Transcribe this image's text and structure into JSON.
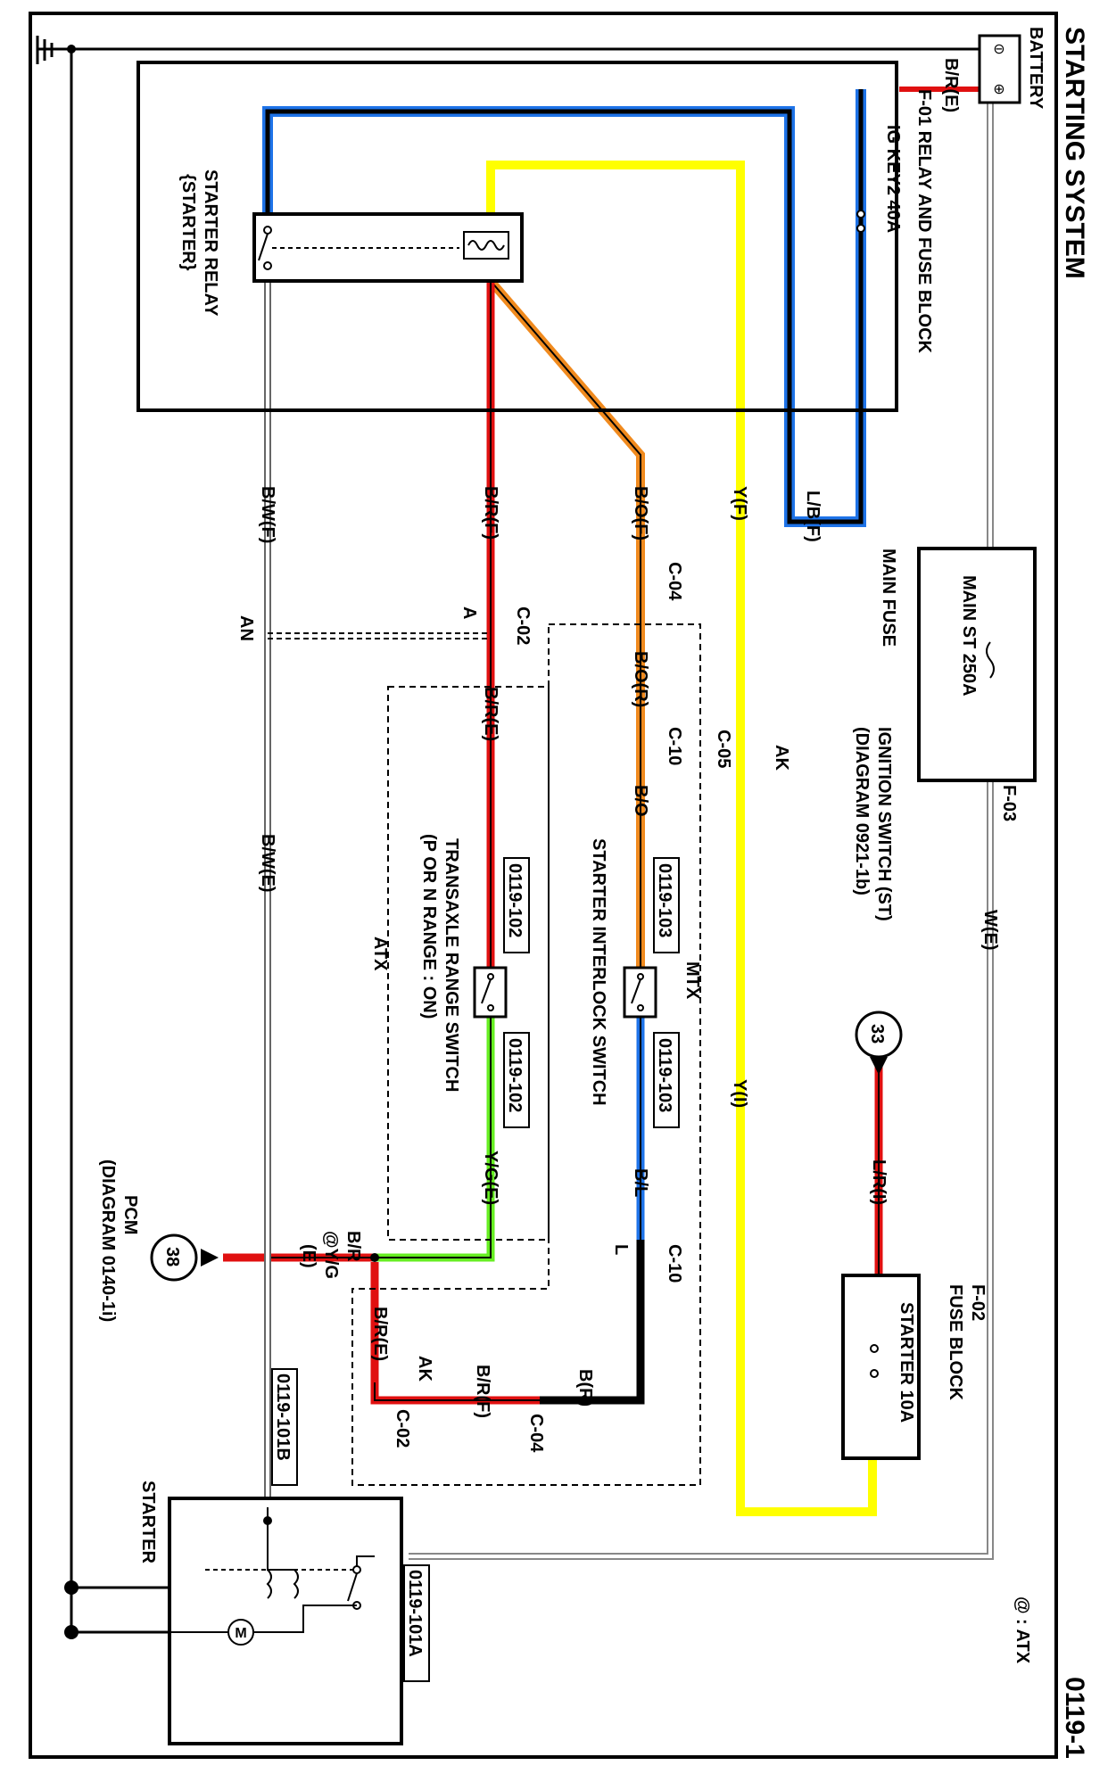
{
  "title": "STARTING SYSTEM",
  "page_id": "0119-1",
  "atx_note": "@ : ATX",
  "battery": {
    "label": "BATTERY",
    "neg": "⊖",
    "pos": "⊕"
  },
  "block_f01": {
    "label": "F-01 RELAY AND FUSE BLOCK",
    "fuse": "IG KEY2 40A"
  },
  "main_fuse": {
    "label": "MAIN FUSE",
    "fuse": "MAIN ST 250A",
    "conn": "F-03"
  },
  "ignition": {
    "line1": "IGNITION SWITCH (ST)",
    "line2": "(DIAGRAM 0921-1b)"
  },
  "ref33": "33",
  "ref38": "38",
  "starter_relay": {
    "line1": "STARTER RELAY",
    "line2": "{STARTER}"
  },
  "fuse_block_f02": {
    "label1": "F-02",
    "label2": "FUSE BLOCK",
    "fuse": "STARTER 10A"
  },
  "interlock": {
    "label": "STARTER INTERLOCK SWITCH",
    "conn": "0119-103"
  },
  "transaxle": {
    "line1": "TRANSAXLE RANGE SWITCH",
    "line2": "(P OR N RANGE : ON)",
    "conn": "0119-102"
  },
  "pcm": {
    "line1": "PCM",
    "line2": "(DIAGRAM 0140-1i)"
  },
  "starter": {
    "label": "STARTER",
    "conn_a": "0119-101A",
    "conn_b": "0119-101B",
    "motor": "M"
  },
  "groups": {
    "mtx": "MTX",
    "atx": "ATX"
  },
  "wires": {
    "br_e_top": "B/R(E)",
    "lb_f": "L/B(F)",
    "y_f": "Y(F)",
    "bo_f": "B/O(F)",
    "br_f": "B/R(F)",
    "bw_f": "B/W(F)",
    "w_e": "W(E)",
    "bo_r": "B/O(R)",
    "bo": "B/O",
    "br_e": "B/R(E)",
    "bw_e": "B/W(E)",
    "y_i": "Y(I)",
    "lr_i": "L/R(I)",
    "bl": "B/L",
    "yg_e": "Y/G(E)",
    "br_yg": "B/R",
    "br_yg2": "@Y/G",
    "br_yg3": "(E)",
    "b_r": "B(R)",
    "br_f2": "B/R(F)",
    "br_e2": "B/R(E)"
  },
  "connectors": {
    "c04": "C-04",
    "c02": "C-02",
    "c10": "C-10",
    "c05": "C-05",
    "c10b": "C-10",
    "c04b": "C-04",
    "c02b": "C-02",
    "ak": "AK",
    "ak2": "AK",
    "a": "A",
    "an": "AN",
    "l": "L"
  },
  "colors": {
    "red": "#e01010",
    "blue": "#1e73e8",
    "yellow": "#ffff00",
    "orange": "#f08a1e",
    "green": "#66ee22",
    "black": "#000000",
    "gray": "#bbbbbb"
  }
}
